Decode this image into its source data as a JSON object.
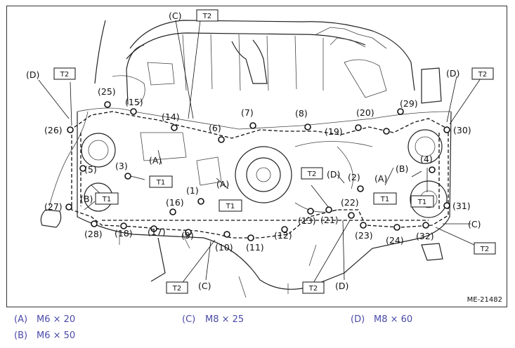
{
  "figure": {
    "ref": "ME-21482",
    "torque_tag": "T2",
    "torque_tag_small": "T1",
    "bolts": [
      "(1)",
      "(2)",
      "(3)",
      "(4)",
      "(5)",
      "(6)",
      "(7)",
      "(8)",
      "(9)",
      "(10)",
      "(11)",
      "(12)",
      "(13)",
      "(14)",
      "(15)",
      "(16)",
      "(17)",
      "(18)",
      "(19)",
      "(20)",
      "(21)",
      "(22)",
      "(23)",
      "(24)",
      "(25)",
      "(26)",
      "(27)",
      "(28)",
      "(29)",
      "(30)",
      "(31)",
      "(32)"
    ],
    "types": {
      "A": "(A)",
      "B": "(B)",
      "C": "(C)",
      "D": "(D)"
    }
  },
  "legend": [
    {
      "key": "(A)",
      "value": "M6 × 20"
    },
    {
      "key": "(C)",
      "value": "M8 × 25"
    },
    {
      "key": "(D)",
      "value": "M8 × 60"
    },
    {
      "key": "(B)",
      "value": "M6 × 50"
    }
  ]
}
